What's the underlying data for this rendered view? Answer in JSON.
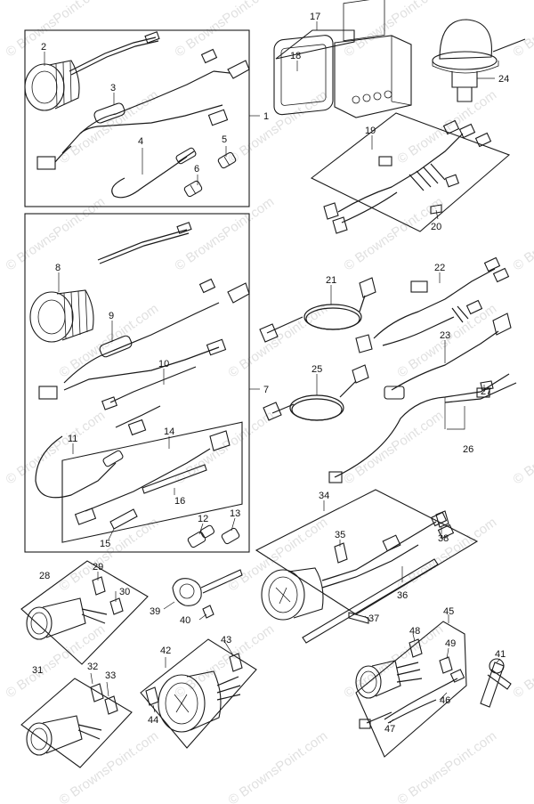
{
  "watermark": {
    "text": "© BrownsPoint.com",
    "color": "#c8c8c8"
  },
  "callouts": [
    {
      "id": "c1",
      "label": "1"
    },
    {
      "id": "c2",
      "label": "2"
    },
    {
      "id": "c3",
      "label": "3"
    },
    {
      "id": "c4",
      "label": "4"
    },
    {
      "id": "c5",
      "label": "5"
    },
    {
      "id": "c6",
      "label": "6"
    },
    {
      "id": "c7",
      "label": "7"
    },
    {
      "id": "c8",
      "label": "8"
    },
    {
      "id": "c9",
      "label": "9"
    },
    {
      "id": "c10",
      "label": "10"
    },
    {
      "id": "c11",
      "label": "11"
    },
    {
      "id": "c12",
      "label": "12"
    },
    {
      "id": "c13",
      "label": "13"
    },
    {
      "id": "c14",
      "label": "14"
    },
    {
      "id": "c15",
      "label": "15"
    },
    {
      "id": "c16",
      "label": "16"
    },
    {
      "id": "c17",
      "label": "17"
    },
    {
      "id": "c18",
      "label": "18"
    },
    {
      "id": "c19",
      "label": "19"
    },
    {
      "id": "c20",
      "label": "20"
    },
    {
      "id": "c21",
      "label": "21"
    },
    {
      "id": "c22",
      "label": "22"
    },
    {
      "id": "c23",
      "label": "23"
    },
    {
      "id": "c24",
      "label": "24"
    },
    {
      "id": "c25",
      "label": "25"
    },
    {
      "id": "c26",
      "label": "26"
    },
    {
      "id": "c27",
      "label": "27"
    },
    {
      "id": "c28",
      "label": "28"
    },
    {
      "id": "c29",
      "label": "29"
    },
    {
      "id": "c30",
      "label": "30"
    },
    {
      "id": "c31",
      "label": "31"
    },
    {
      "id": "c32",
      "label": "32"
    },
    {
      "id": "c33",
      "label": "33"
    },
    {
      "id": "c34",
      "label": "34"
    },
    {
      "id": "c35",
      "label": "35"
    },
    {
      "id": "c36",
      "label": "36"
    },
    {
      "id": "c37",
      "label": "37"
    },
    {
      "id": "c38",
      "label": "38"
    },
    {
      "id": "c39",
      "label": "39"
    },
    {
      "id": "c40",
      "label": "40"
    },
    {
      "id": "c41",
      "label": "41"
    },
    {
      "id": "c42",
      "label": "42"
    },
    {
      "id": "c43",
      "label": "43"
    },
    {
      "id": "c44",
      "label": "44"
    },
    {
      "id": "c45",
      "label": "45"
    },
    {
      "id": "c46",
      "label": "46"
    },
    {
      "id": "c47",
      "label": "47"
    },
    {
      "id": "c48",
      "label": "48"
    },
    {
      "id": "c49",
      "label": "49"
    }
  ]
}
